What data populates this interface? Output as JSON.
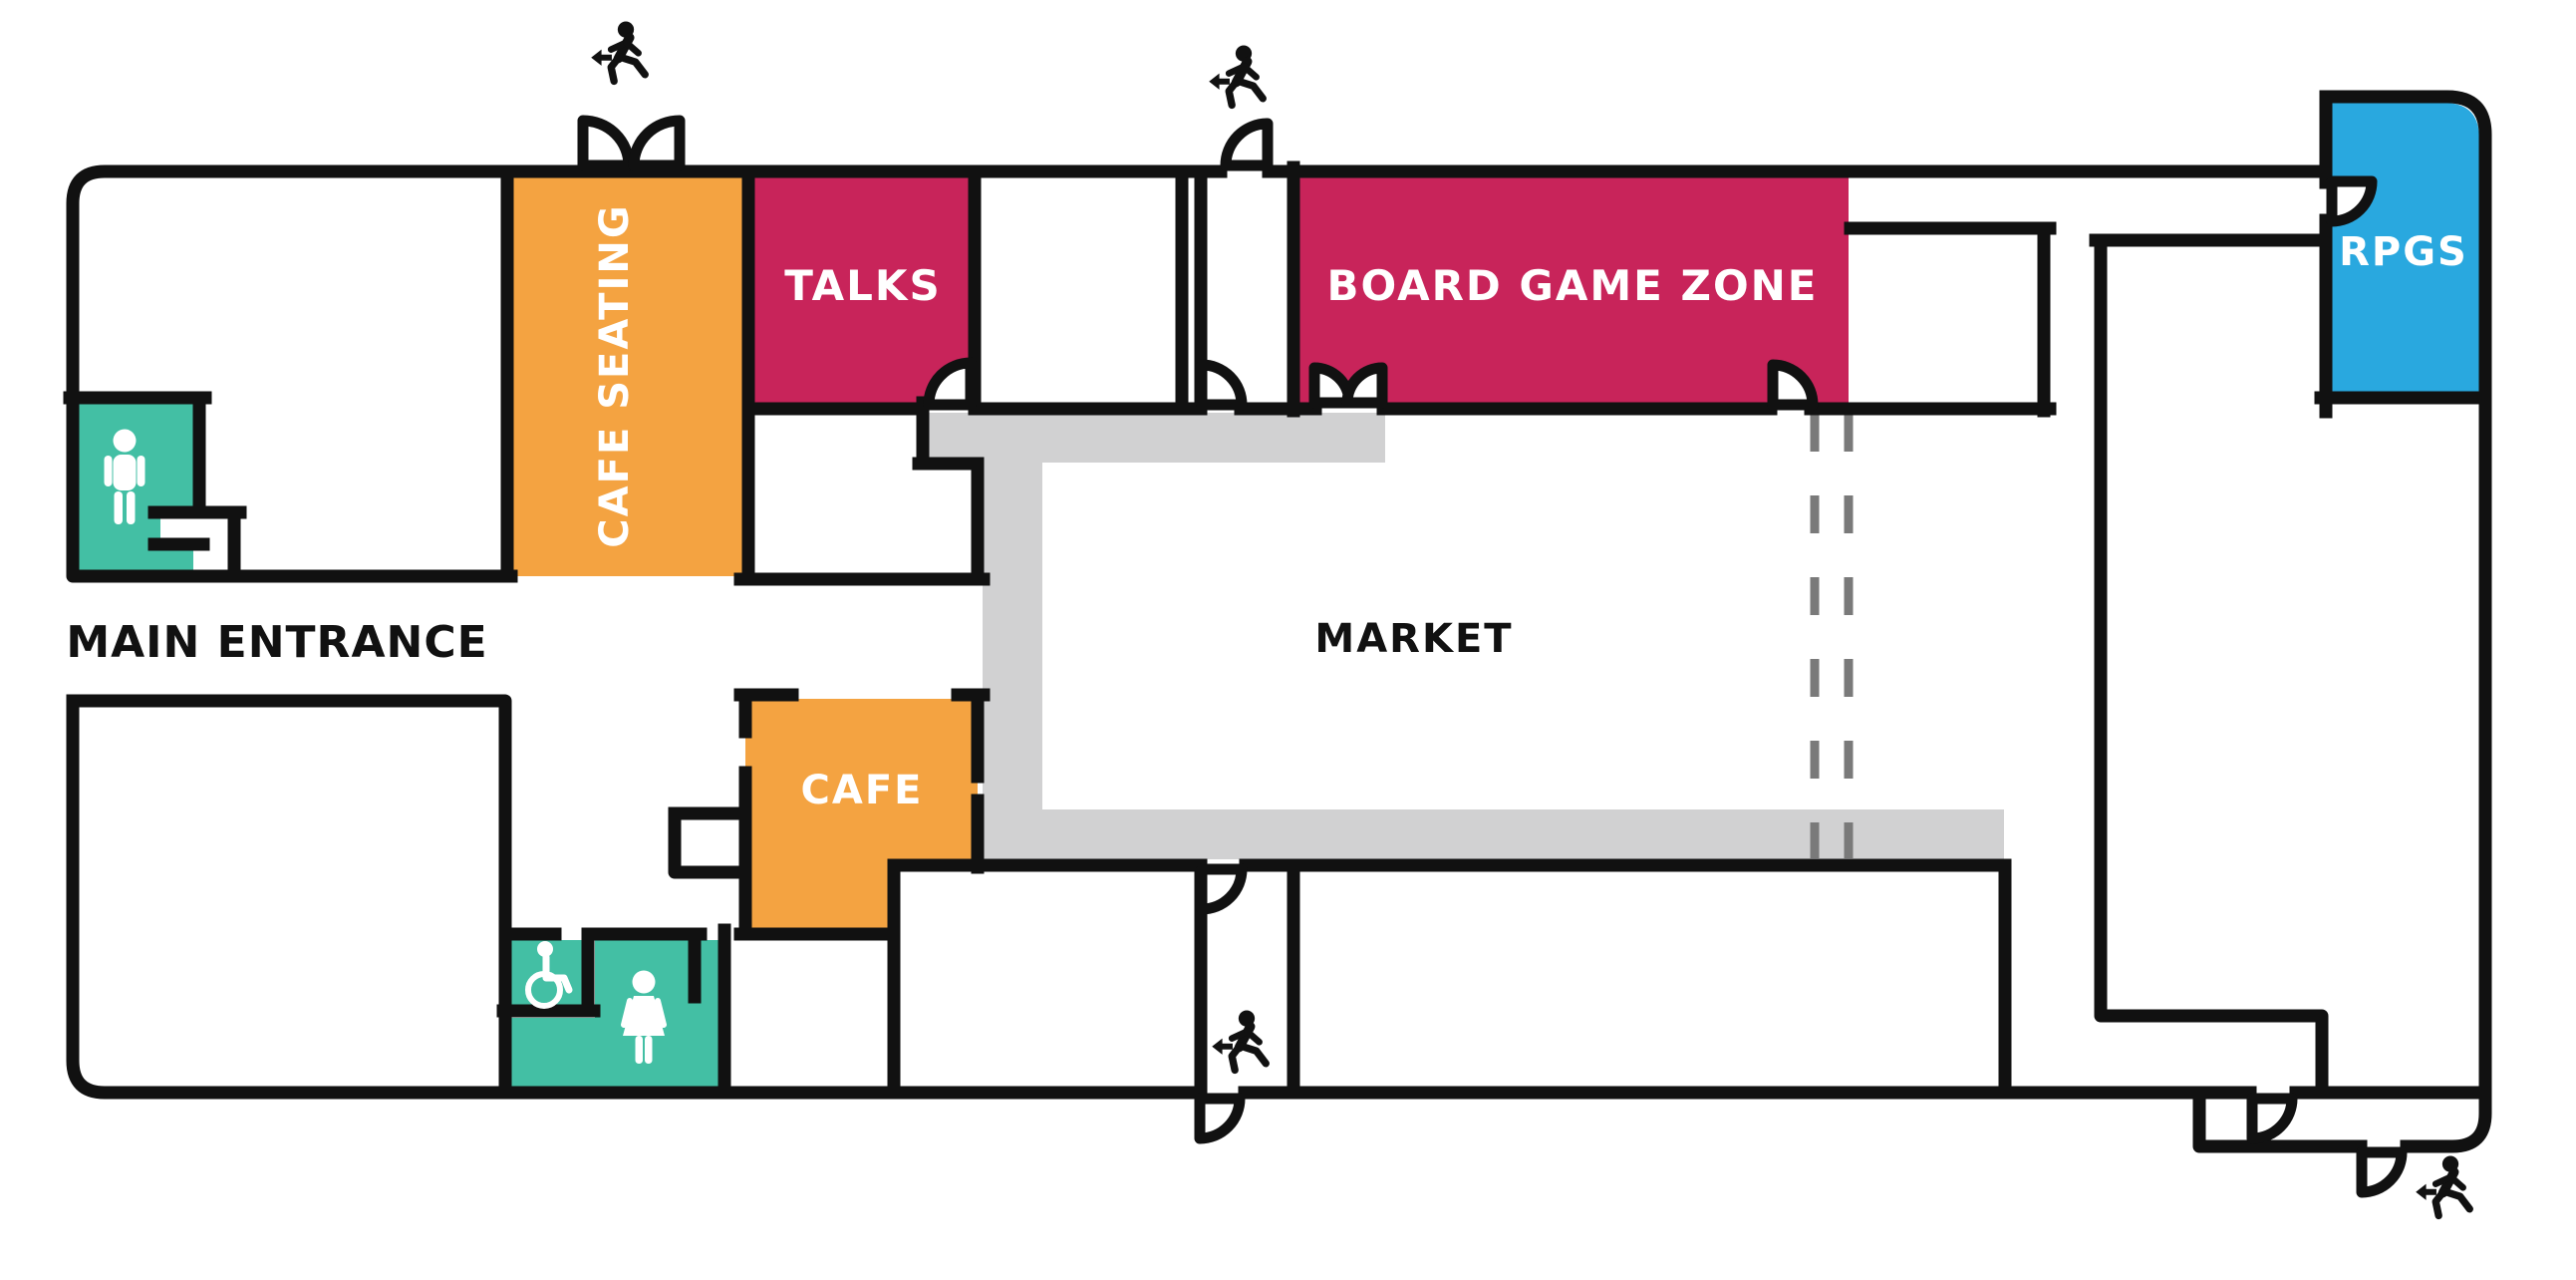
{
  "floor_plan": {
    "labels": {
      "main_entrance": "MAIN ENTRANCE",
      "cafe_seating": "CAFE SEATING",
      "talks": "TALKS",
      "board_game_zone": "BOARD GAME ZONE",
      "market": "MARKET",
      "cafe": "CAFE",
      "rpgs": "RPGS"
    },
    "colors": {
      "orange": "#F4A341",
      "crimson": "#C8245A",
      "teal": "#43BFA4",
      "blue": "#29A8DF",
      "walkway_gray": "#D1D1D2",
      "dashed_divider_gray": "#7A7A7A",
      "wall_black": "#111111",
      "label_light": "#FFFFFF",
      "label_dark": "#111111"
    },
    "icons": {
      "exit_runner": "running-person-exit-icon",
      "mens_restroom": "man-icon",
      "womens_restroom": "woman-icon",
      "accessible_restroom": "wheelchair-icon",
      "door": "door-swing-arc"
    }
  }
}
